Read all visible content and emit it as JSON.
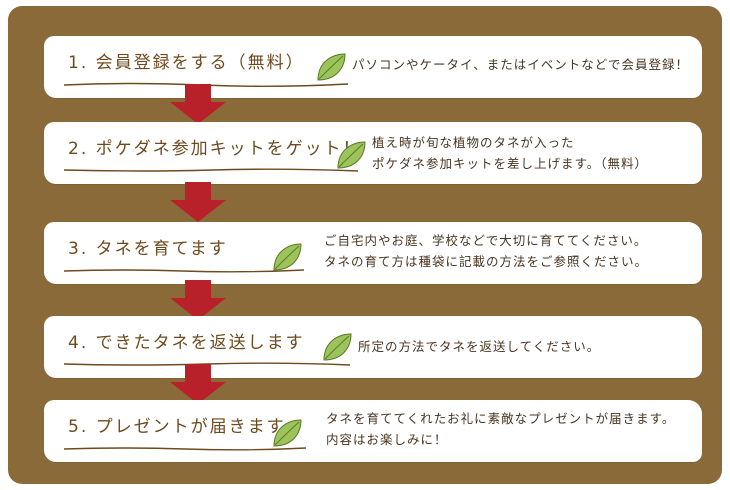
{
  "steps": [
    {
      "title": "1. 会員登録をする（無料）",
      "description": [
        "パソコンやケータイ、またはイベントなどで会員登録！"
      ]
    },
    {
      "title": "2. ポケダネ参加キットをゲット！",
      "description": [
        "植え時が旬な植物のタネが入った",
        "ポケダネ参加キットを差し上げます。（無料）"
      ]
    },
    {
      "title": "3. タネを育てます",
      "description": [
        "ご自宅内やお庭、学校などで大切に育ててください。",
        "タネの育て方は種袋に記載の方法をご参照ください。"
      ]
    },
    {
      "title": "4. できたタネを返送します",
      "description": [
        "所定の方法でタネを返送してください。"
      ]
    },
    {
      "title": "5. プレゼントが届きます",
      "description": [
        "タネを育ててくれたお礼に素敵なプレゼントが届きます。",
        "内容はお楽しみに！"
      ]
    }
  ],
  "colors": {
    "board": "#8b6a3a",
    "card": "#ffffff",
    "arrow": "#b8202a",
    "leaf": "#9cc45a",
    "title_text": "#6e4a1f"
  },
  "icons": {
    "step_marker": "leaf-icon",
    "connector": "arrow-down-icon"
  }
}
